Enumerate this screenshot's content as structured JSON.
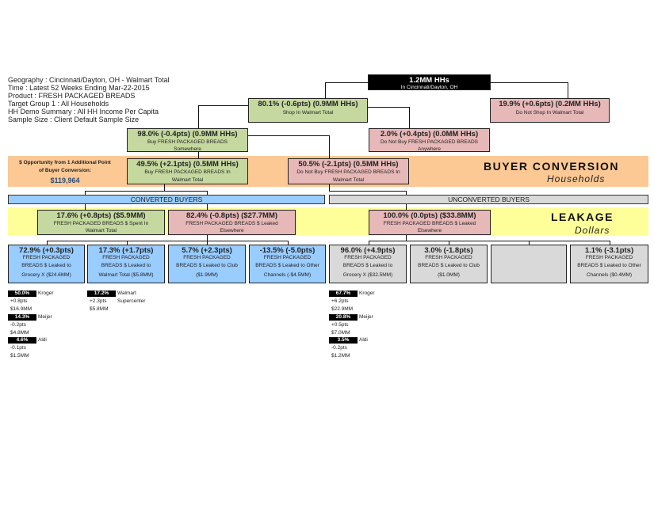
{
  "header": {
    "geography": "Geography : Cincinnati/Dayton, OH - Walmart Total",
    "time": "Time : Latest 52 Weeks Ending Mar-22-2015",
    "product": "Product : FRESH PACKAGED BREADS",
    "target": "Target Group 1 : All Households",
    "demo": "HH Demo Summary : All HH Income Per Capita",
    "sample": "Sample Size : Client Default Sample Size"
  },
  "root": {
    "title": "1.2MM HHs",
    "sub": "In Cincinnati/Dayton, OH"
  },
  "shop": {
    "title": "80.1% (-0.6pts) (0.9MM HHs)",
    "sub": "Shop In Walmart Total"
  },
  "noshop": {
    "title": "19.9% (+0.6pts) (0.2MM HHs)",
    "sub": "Do Not Shop In Walmart Total"
  },
  "buy_somewhere": {
    "title": "98.0% (-0.4pts) (0.9MM HHs)",
    "sub1": "Buy FRESH PACKAGED BREADS",
    "sub2": "Somewhere"
  },
  "nobuy_anywhere": {
    "title": "2.0% (+0.4pts) (0.0MM HHs)",
    "sub1": "Do Not Buy FRESH PACKAGED BREADS",
    "sub2": "Anywhere"
  },
  "buy_walmart": {
    "title": "49.5% (+2.1pts) (0.5MM HHs)",
    "sub1": "Buy FRESH PACKAGED BREADS In",
    "sub2": "Walmart Total"
  },
  "nobuy_walmart": {
    "title": "50.5% (-2.1pts) (0.5MM HHs)",
    "sub1": "Do Not Buy FRESH PACKAGED BREADS In",
    "sub2": "Walmart Total"
  },
  "opportunity": {
    "line1": "$ Opportunity from 1 Additional Point",
    "line2": "of Buyer Conversion:",
    "value": "$119,964"
  },
  "buyer_conversion": {
    "title": "BUYER CONVERSION",
    "sub": "Households"
  },
  "converted": "CONVERTED BUYERS",
  "unconverted": "UNCONVERTED BUYERS",
  "leakage": {
    "title": "LEAKAGE",
    "sub": "Dollars"
  },
  "spent": {
    "title": "17.6% (+0.8pts) ($5.9MM)",
    "sub1": "FRESH PACKAGED BREADS $ Spent In",
    "sub2": "Walmart Total"
  },
  "leaked_conv": {
    "title": "82.4% (-0.8pts) ($27.7MM)",
    "sub1": "FRESH PACKAGED BREADS $ Leaked",
    "sub2": "Elsewhere"
  },
  "leaked_unconv": {
    "title": "100.0% (0.0pts) ($33.8MM)",
    "sub1": "FRESH PACKAGED BREADS $ Leaked",
    "sub2": "Elsewhere"
  },
  "conv_leaks": [
    {
      "title": "72.9% (+0.3pts)",
      "l1": "FRESH PACKAGED",
      "l2": "BREADS $ Leaked to",
      "l3": "Grocery X ($24.6MM)"
    },
    {
      "title": "17.3% (+1.7pts)",
      "l1": "FRESH PACKAGED",
      "l2": "BREADS $ Leaked to",
      "l3": "Walmart Total ($5.8MM)"
    },
    {
      "title": "5.7% (+2.3pts)",
      "l1": "FRESH PACKAGED",
      "l2": "BREADS $ Leaked to Club",
      "l3": "($1.9MM)"
    },
    {
      "title": "-13.5% (-5.0pts)",
      "l1": "FRESH PACKAGED",
      "l2": "BREADS $ Leaked to Other",
      "l3": "Channels (-$4.5MM)"
    }
  ],
  "unconv_leaks": [
    {
      "title": "96.0% (+4.9pts)",
      "l1": "FRESH PACKAGED",
      "l2": "BREADS $ Leaked to",
      "l3": "Grocery X ($32.5MM)"
    },
    {
      "title": "3.0% (-1.8pts)",
      "l1": "FRESH PACKAGED",
      "l2": "BREADS $ Leaked to Club",
      "l3": "($1.0MM)"
    },
    {
      "title": "",
      "l1": "",
      "l2": "",
      "l3": ""
    },
    {
      "title": "1.1% (-3.1pts)",
      "l1": "FRESH PACKAGED",
      "l2": "BREADS $ Leaked to Other",
      "l3": "Channels ($0.4MM)"
    }
  ],
  "retailers_conv_grocery": [
    {
      "pct": "50.0%",
      "name": "Kroger",
      "pts": "+0.8pts",
      "dollars": "$16.9MM"
    },
    {
      "pct": "14.3%",
      "name": "Meijer",
      "pts": "-0.2pts",
      "dollars": "$4.8MM"
    },
    {
      "pct": "4.6%",
      "name": "Aldi",
      "pts": "-0.1pts",
      "dollars": "$1.5MM"
    }
  ],
  "retailers_conv_walmart": [
    {
      "pct": "17.2%",
      "name": "Walmart",
      "name2": "Supercenter",
      "pts": "+2.3pts",
      "dollars": "$5.8MM"
    }
  ],
  "retailers_unconv_grocery": [
    {
      "pct": "67.7%",
      "name": "Kroger",
      "pts": "+6.2pts",
      "dollars": "$22.9MM"
    },
    {
      "pct": "20.8%",
      "name": "Meijer",
      "pts": "+0.5pts",
      "dollars": "$7.0MM"
    },
    {
      "pct": "3.5%",
      "name": "Aldi",
      "pts": "-0.2pts",
      "dollars": "$1.2MM"
    }
  ]
}
